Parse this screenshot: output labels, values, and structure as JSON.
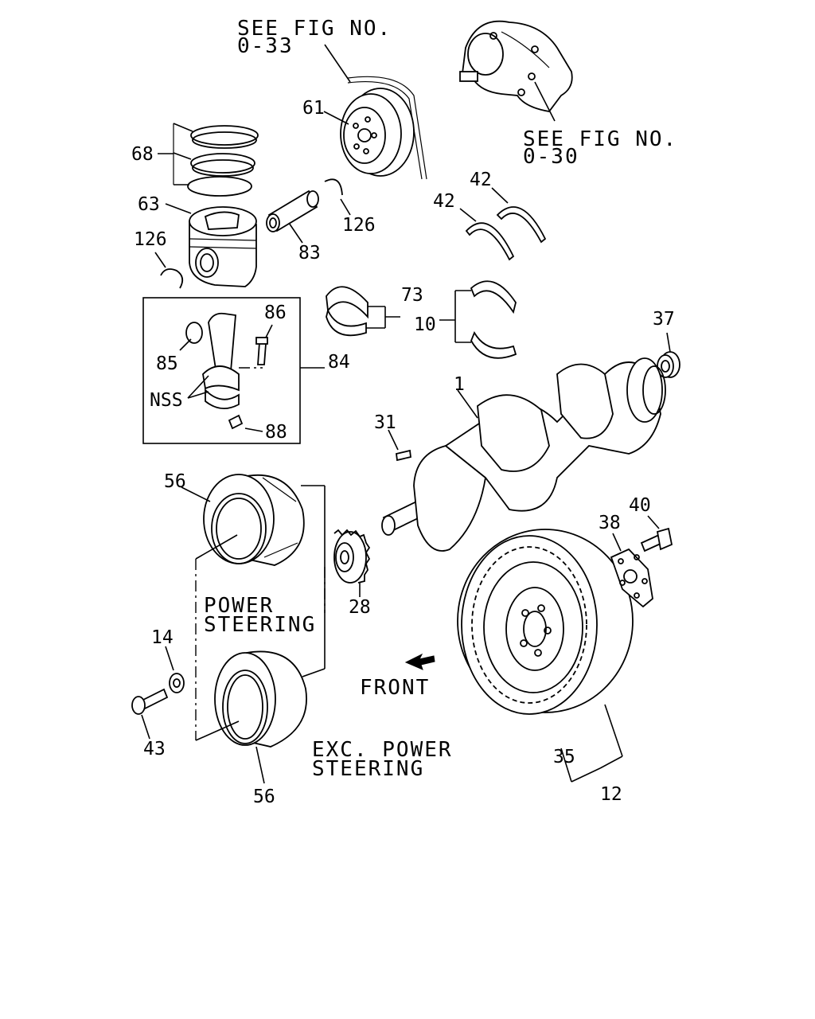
{
  "notes": {
    "see_fig_033_line1": "SEE FIG NO.",
    "see_fig_033_line2": "0-33",
    "see_fig_030_line1": "SEE FIG NO.",
    "see_fig_030_line2": "0-30",
    "power_steering_line1": "POWER",
    "power_steering_line2": "STEERING",
    "exc_power_steering_line1": "EXC. POWER",
    "exc_power_steering_line2": "STEERING",
    "front": "FRONT"
  },
  "callouts": {
    "c1": "1",
    "c10": "10",
    "c12": "12",
    "c14": "14",
    "c28": "28",
    "c31": "31",
    "c35": "35",
    "c37": "37",
    "c38": "38",
    "c40": "40",
    "c42a": "42",
    "c42b": "42",
    "c43": "43",
    "c56a": "56",
    "c56b": "56",
    "c61": "61",
    "c63": "63",
    "c68": "68",
    "c73": "73",
    "c83": "83",
    "c84": "84",
    "c85": "85",
    "c86": "86",
    "c88": "88",
    "c126a": "126",
    "c126b": "126",
    "nss": "NSS"
  }
}
